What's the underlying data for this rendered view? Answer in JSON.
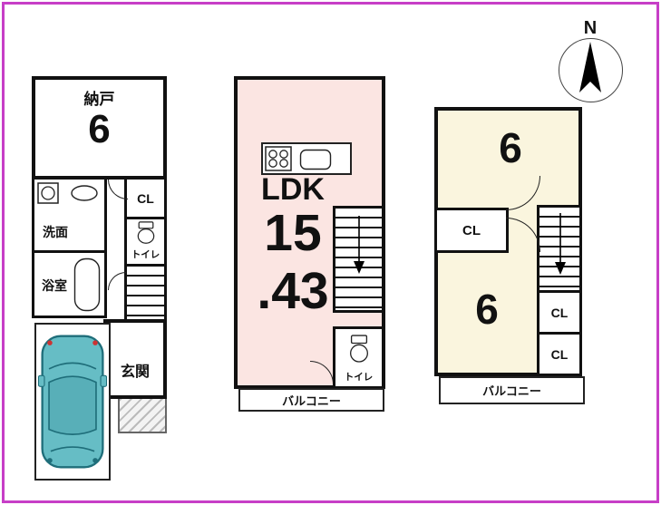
{
  "palette": {
    "frame_border": "#c73ec7",
    "ldk_fill": "#fbe5e2",
    "bedroom_fill": "#faf5de",
    "car_fill": "#66bdc5"
  },
  "compass": {
    "north_label": "N"
  },
  "floor1": {
    "storage": {
      "name": "納戸",
      "size": "6"
    },
    "washroom": {
      "name": "洗面"
    },
    "bathroom": {
      "name": "浴室"
    },
    "closet": {
      "name": "CL"
    },
    "toilet": {
      "name": "トイレ"
    },
    "entrance": {
      "name": "玄関"
    }
  },
  "floor2": {
    "ldk": {
      "name": "LDK",
      "size_int": "15",
      "size_frac": ".43",
      "area": "15.43"
    },
    "toilet": {
      "name": "トイレ"
    },
    "balcony": {
      "name": "バルコニー"
    }
  },
  "floor3": {
    "room_top": {
      "size": "6"
    },
    "closet_main": {
      "name": "CL"
    },
    "room_bottom": {
      "size": "6"
    },
    "closet_a": {
      "name": "CL"
    },
    "closet_b": {
      "name": "CL"
    },
    "balcony": {
      "name": "バルコニー"
    }
  }
}
